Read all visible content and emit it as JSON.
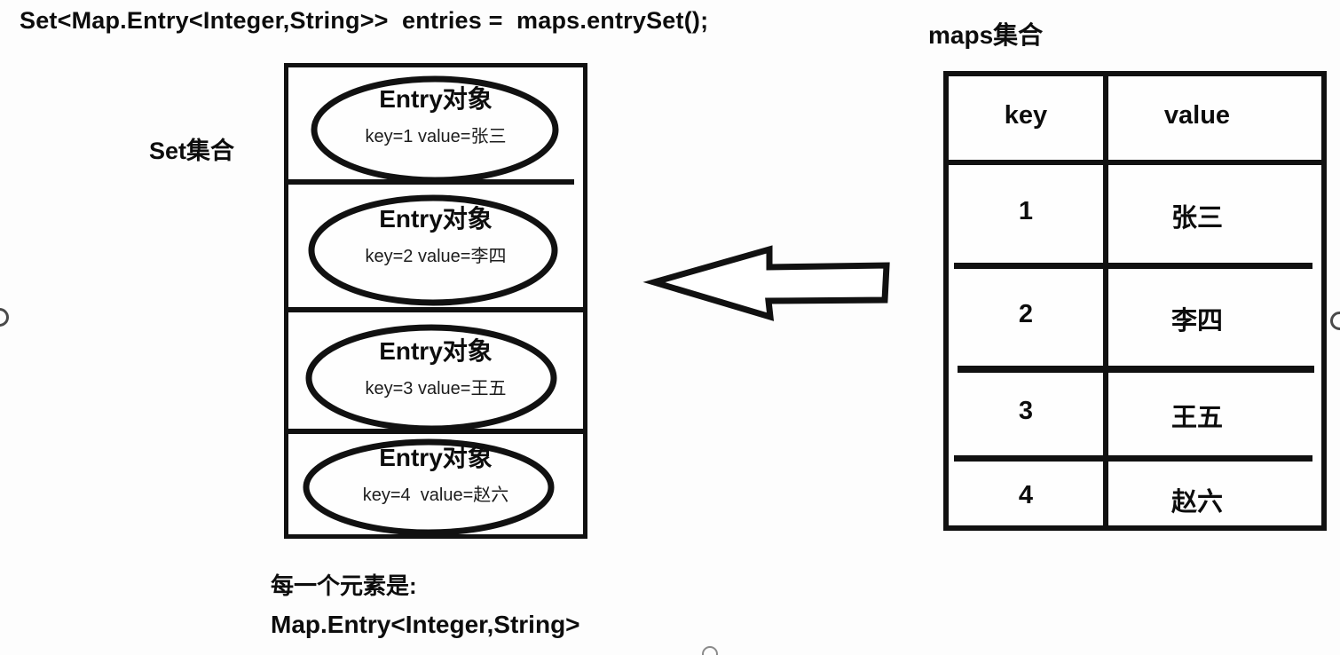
{
  "code_line": "Set<Map.Entry<Integer,String>>  entries =  maps.entrySet();",
  "set_section": {
    "label": "Set集合",
    "entries": [
      {
        "title": "Entry对象",
        "kv": "key=1 value=张三"
      },
      {
        "title": "Entry对象",
        "kv": "key=2 value=李四"
      },
      {
        "title": "Entry对象",
        "kv": "key=3 value=王五"
      },
      {
        "title": "Entry对象",
        "kv": "key=4  value=赵六"
      }
    ]
  },
  "footnote": {
    "line1": "每一个元素是:",
    "line2": "Map.Entry<Integer,String>"
  },
  "maps_section": {
    "label": "maps集合",
    "table": {
      "headers": [
        "key",
        "value"
      ],
      "rows": [
        [
          "1",
          "张三"
        ],
        [
          "2",
          "李四"
        ],
        [
          "3",
          "王五"
        ],
        [
          "4",
          "赵六"
        ]
      ]
    }
  },
  "arrow": {
    "direction": "left",
    "meaning": "entrySet() produces Set from maps"
  },
  "colors": {
    "ink": "#111111",
    "background": "#fdfdfd"
  }
}
